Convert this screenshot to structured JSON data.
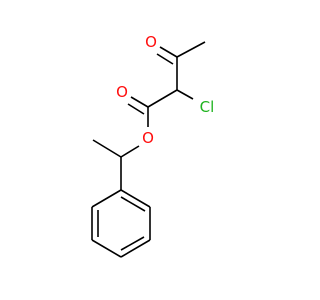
{
  "structure": {
    "atoms": [
      {
        "id": "O1",
        "label": "O",
        "color": "#ff0d0d"
      },
      {
        "id": "O2",
        "label": "O",
        "color": "#ff0d0d"
      },
      {
        "id": "O3",
        "label": "O",
        "color": "#ff0d0d"
      },
      {
        "id": "Cl",
        "label": "Cl",
        "color": "#1fb31f"
      }
    ],
    "bond_color": "#000000"
  }
}
